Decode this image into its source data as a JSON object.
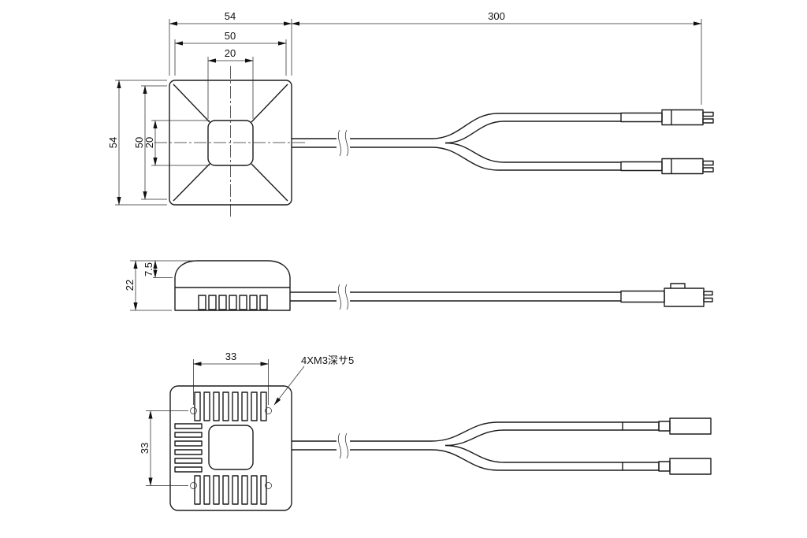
{
  "drawing": {
    "background": "#ffffff",
    "line_color": "#1c1c1c",
    "top_view": {
      "dim_top_width": "54",
      "dim_cable_length": "300",
      "dim_mid_width": "50",
      "dim_inner_width": "20",
      "dim_left_height": "54",
      "dim_mid_height": "50",
      "dim_inner_height": "20"
    },
    "side_view": {
      "dim_total_height": "22",
      "dim_dome_height": "7.5"
    },
    "bottom_view": {
      "dim_hole_pitch_horizontal": "33",
      "dim_hole_pitch_vertical": "33",
      "tap_note": "4XM3深サ5"
    }
  }
}
